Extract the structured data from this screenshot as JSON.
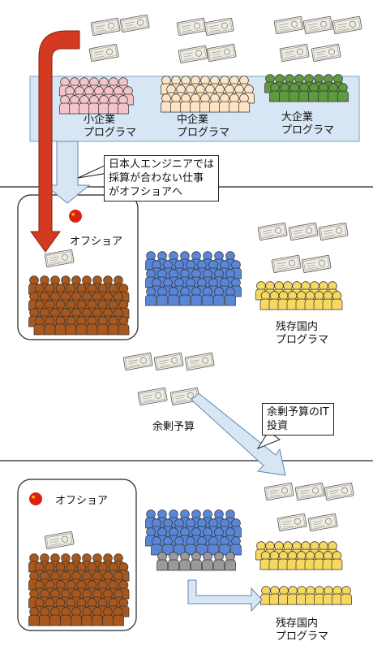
{
  "labels": {
    "small_company": "小企業\nプログラマ",
    "mid_company": "中企業\nプログラマ",
    "large_company": "大企業\nプログラマ",
    "callout_offshore": "日本人エンジニアでは\n採算が合わない仕事\nがオフショアへ",
    "offshore_1": "オフショア",
    "domestic_remaining_1": "残存国内\nプログラマ",
    "surplus_budget": "余剰予算",
    "callout_it": "余剰予算のIT\n投資",
    "offshore_2": "オフショア",
    "domestic_remaining_2": "残存国内\nプログラマ"
  },
  "colors": {
    "band": "#d6e6f4",
    "band_border": "#7a9ec1",
    "red_arrow": "#d43a22",
    "light_arrow": "#d8e6f4",
    "arrow_border": "#5f86b3",
    "pink": "#f4c4c8",
    "cream": "#fde4c4",
    "green": "#5f9a3e",
    "brown": "#a8581d",
    "blue": "#5a86d8",
    "yellow": "#f6d860",
    "gray": "#9a9a9a",
    "china_flag": "#dd1f10"
  },
  "icons": [
    "money-bundle-icon",
    "china-flag-icon",
    "person-icon"
  ]
}
